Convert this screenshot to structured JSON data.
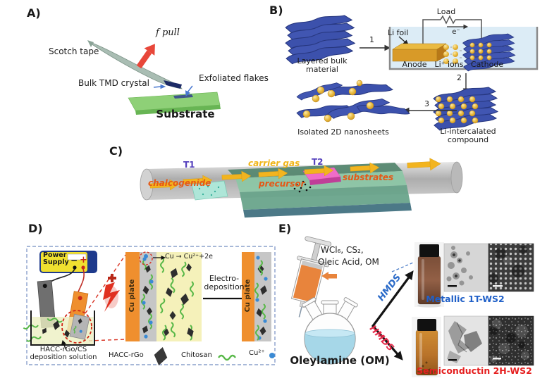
{
  "figure": {
    "description": "Preparation methods for 2D TMD nanosheets",
    "colors": {
      "nanosheet_blue": "#3c51ac",
      "gold": "#e2a72e",
      "substrate_green": "#8ed077",
      "tape_gray": "#a9bdb3",
      "arrow_red": "#e8473a",
      "boat_green": "#8cc7a6",
      "plate_pink": "#ef6cc8",
      "cu_orange": "#ef8f2e",
      "chitosan_green": "#58b848",
      "cu_ion_blue": "#3a8ad4",
      "metallic_blue": "#2060c8",
      "semiconducting_red": "#e52020",
      "hmds_blue": "#2a6ac8",
      "hmds_red": "#e62a4a"
    }
  },
  "panelA": {
    "label": "A)",
    "force": "f pull",
    "tape": "Scotch tape",
    "crystal": "Bulk TMD crystal",
    "flakes": "Exfoliated flakes",
    "substrate": "Substrate"
  },
  "panelB": {
    "label": "B)",
    "bulk": "Layered bulk material",
    "step1": "1",
    "load": "Load",
    "electron": "e⁻",
    "li_foil": "Li foil",
    "anode": "Anode",
    "ions": "Li⁺ ions",
    "cathode": "Cathode",
    "step2": "2",
    "intercalated": "Li-intercalated compound",
    "step3": "3",
    "nanosheets": "Isolated 2D nanosheets"
  },
  "panelC": {
    "label": "C)",
    "t1": "T1",
    "carrier": "carrier gas",
    "t2": "T2",
    "chalcogenide": "chalcogenide",
    "precursor": "precursor",
    "substrates": "substrates"
  },
  "panelD": {
    "label": "D)",
    "power1": "Power",
    "power2": "Supply",
    "minus": "−",
    "plus": "+",
    "reaction": "Cu → Cu²⁺+2e",
    "cu_left": "Cu plate",
    "cu_right": "Cu plate",
    "electro1": "Electro-",
    "electro2": "deposition",
    "sol1": "HACC-rGo/CS",
    "sol2": "deposition solution",
    "leg_rgo": "HACC-rGo",
    "leg_chitosan": "Chitosan",
    "leg_cu": "Cu²⁺"
  },
  "panelE": {
    "label": "E)",
    "reagents1": "WCl₆, CS₂,",
    "reagents2": "Oleic Acid, OM",
    "hmds_top": "HMDS",
    "hmds_bottom": "HMDS",
    "flask": "Oleylamine (OM)",
    "metallic": "Metallic 1T-WS2",
    "semiconducting": "Semiconductin 2H-WS2"
  }
}
